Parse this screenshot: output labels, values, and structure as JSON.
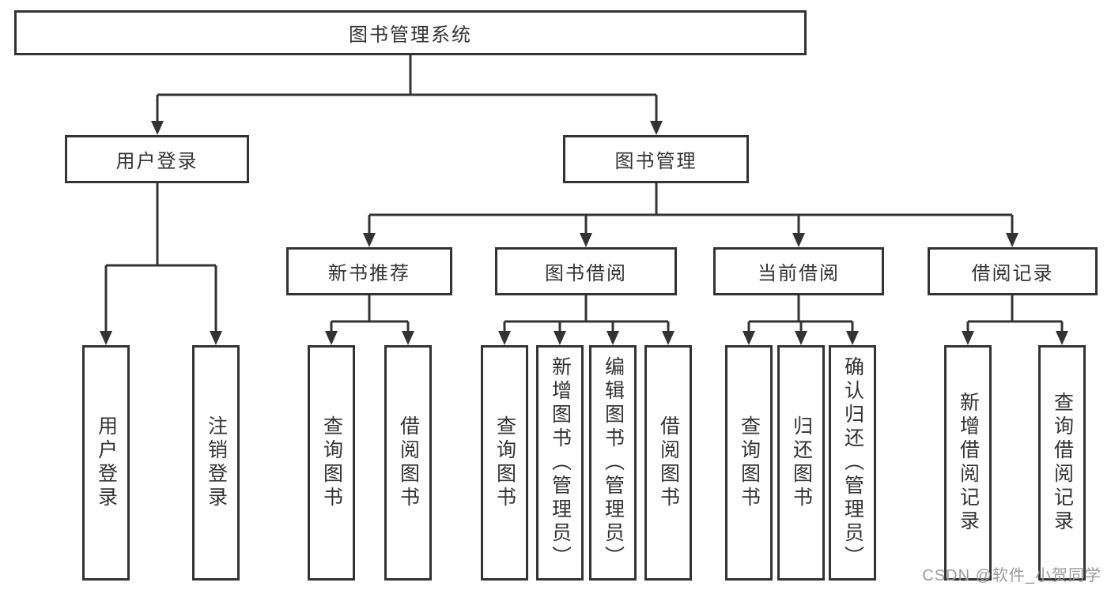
{
  "diagram": {
    "title": "图书管理系统",
    "branches": [
      {
        "label": "用户登录",
        "children": [
          {
            "label": "用户登录"
          },
          {
            "label": "注销登录"
          }
        ]
      },
      {
        "label": "图书管理",
        "groups": [
          {
            "label": "新书推荐",
            "children": [
              {
                "label": "查询图书"
              },
              {
                "label": "借阅图书"
              }
            ]
          },
          {
            "label": "图书借阅",
            "children": [
              {
                "label": "查询图书"
              },
              {
                "label": "新增图书（管理员）"
              },
              {
                "label": "编辑图书（管理员）"
              },
              {
                "label": "借阅图书"
              }
            ]
          },
          {
            "label": "当前借阅",
            "children": [
              {
                "label": "查询图书"
              },
              {
                "label": "归还图书"
              },
              {
                "label": "确认归还（管理员）"
              }
            ]
          },
          {
            "label": "借阅记录",
            "children": [
              {
                "label": "新增借阅记录"
              },
              {
                "label": "查询借阅记录"
              }
            ]
          }
        ]
      }
    ],
    "watermark": "CSDN @软件_小贺同学"
  },
  "colors": {
    "line": "#333333",
    "box_background": "#ffffff",
    "text": "#333333",
    "watermark": "#9a9a9e"
  }
}
